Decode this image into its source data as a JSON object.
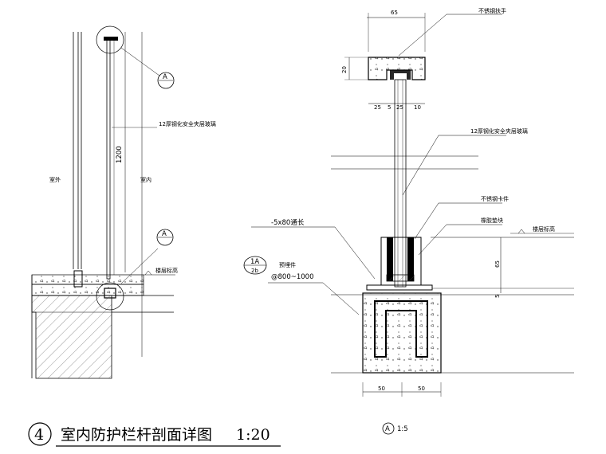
{
  "left_detail": {
    "callout_top": "A",
    "callout_bottom": "A",
    "glass_label": "12厚钢化安全夹层玻璃",
    "height_dim": "1200",
    "outside_label": "室外",
    "inside_label": "室内",
    "floor_label": "楼层标高"
  },
  "right_detail": {
    "top_dim": "65",
    "handrail_label": "不锈钢扶手",
    "height_20": "20",
    "dims_bottom": [
      "25",
      "5",
      "25",
      "10"
    ],
    "glass_label": "12厚钢化安全夹层玻璃",
    "clip_label": "不锈钢卡件",
    "rubber_label": "橡胶垫块",
    "floor_label": "楼层标高",
    "flat_steel_label": "-5x80通长",
    "embed_label": "预埋件",
    "embed_spacing": "@800~1000",
    "callout_top": "1A",
    "callout_bottom": "2b",
    "dim_65": "65",
    "dim_5": "5",
    "base_dims": [
      "50",
      "50"
    ]
  },
  "titles": {
    "main_number": "4",
    "main_title": "室内防护栏杆剖面详图",
    "main_scale": "1:20",
    "detail_label": "A",
    "detail_scale": "1:5"
  }
}
